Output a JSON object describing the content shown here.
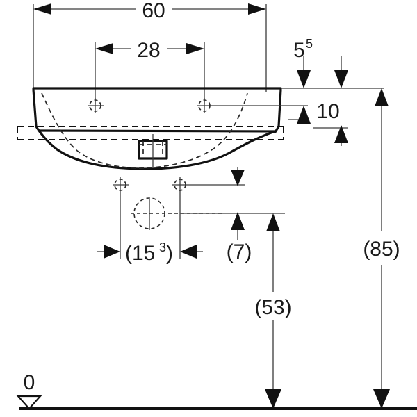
{
  "drawing": {
    "title": "Washbasin technical dimension drawing",
    "units_note": "",
    "line_color": "#111111",
    "thin_line_color": "#3a3a3a",
    "background": "#ffffff"
  },
  "dimensions": {
    "overall_width": {
      "label": "60",
      "name": "overall-width-dimension"
    },
    "tap_hole_spacing": {
      "label": "28",
      "name": "tap-hole-spacing-dimension"
    },
    "rim_top_offset": {
      "label": "5",
      "superscript": "5",
      "name": "rim-top-offset-dimension"
    },
    "rim_depth": {
      "label": "10",
      "name": "rim-depth-dimension"
    },
    "waste_offset": {
      "label": "(15",
      "superscript": "3",
      "label_end": ")",
      "name": "waste-offset-dimension"
    },
    "bracket_offset": {
      "label": "(7)",
      "name": "bracket-offset-dimension"
    },
    "mount_height": {
      "label": "(53)",
      "name": "mount-height-dimension"
    },
    "total_height": {
      "label": "(85)",
      "name": "total-height-dimension"
    }
  },
  "datum": {
    "label": "0",
    "name": "floor-datum-marker"
  },
  "features": {
    "basin": "washbasin-cross-section",
    "tap_hole_left": "tap-hole-left-crosshair",
    "tap_hole_right": "tap-hole-right-crosshair",
    "waste_outlet": "waste-outlet-box",
    "fixing_hole_left": "fixing-hole-left-crosshair",
    "fixing_hole_right": "fixing-hole-right-crosshair",
    "waste_pipe_circle": "waste-pipe-circle",
    "cabinet_outline": "cabinet-dashed-outline",
    "floor_line": "floor-baseline"
  }
}
